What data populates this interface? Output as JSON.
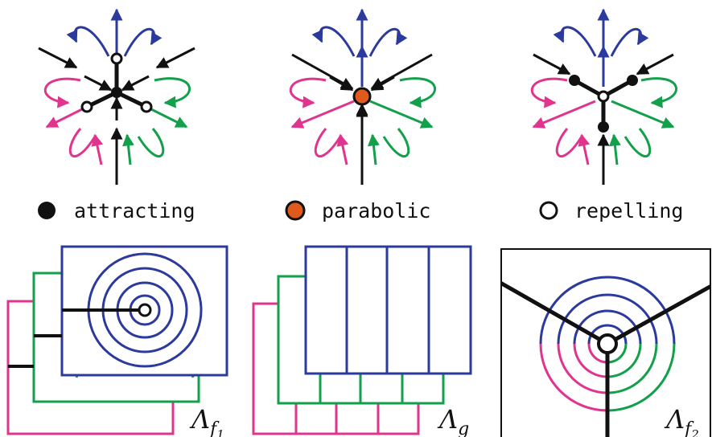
{
  "legend": {
    "attracting": "attracting",
    "parabolic": "parabolic",
    "repelling": "repelling"
  },
  "labels": {
    "f1": {
      "base": "Λ",
      "sub": "f",
      "subsub": "1"
    },
    "g": {
      "base": "Λ",
      "sub": "g"
    },
    "f2": {
      "base": "Λ",
      "sub": "f",
      "subsub": "2"
    }
  },
  "colors": {
    "blue": "#2b3a9c",
    "green": "#12a04a",
    "magenta": "#e0358f",
    "black": "#111111",
    "orange": "#e05a1e"
  }
}
